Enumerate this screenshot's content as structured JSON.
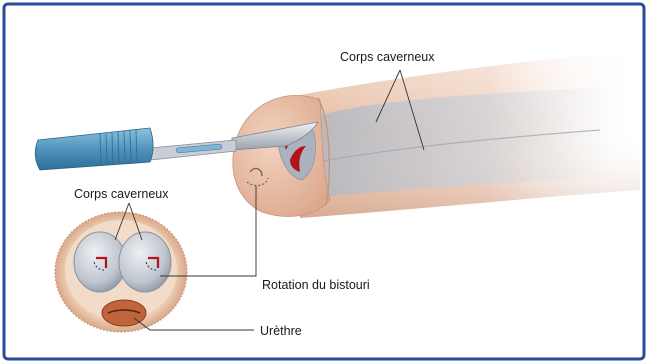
{
  "labels": {
    "corps_caverneux_top": "Corps caverneux",
    "corps_caverneux_section": "Corps caverneux",
    "rotation": "Rotation du bistouri",
    "urethre": "Urèthre"
  },
  "colors": {
    "frame": "#2b4a9a",
    "skin": "#e9c3a9",
    "skin_dark": "#c98f73",
    "corpus": "#c9cfd8",
    "corpus_dark": "#9aa3b0",
    "incision": "#b3121b",
    "scalpel_handle": "#5a9ec5",
    "blade": "#c7ccd3",
    "urethra": "#c0643c",
    "leader": "#333333"
  },
  "icons": {
    "scalpel": "scalpel-icon"
  }
}
